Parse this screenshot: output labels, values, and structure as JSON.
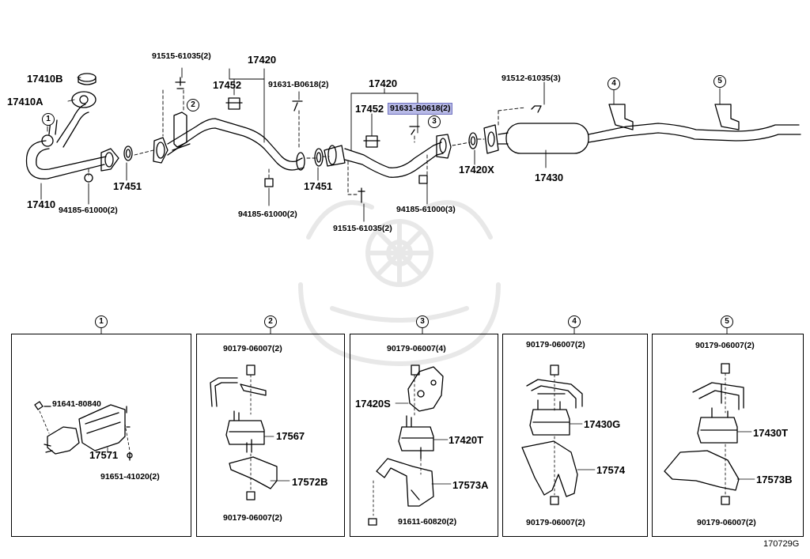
{
  "main": {
    "labels": {
      "l1": "17410B",
      "l2": "17410A",
      "l3": "17410",
      "l4": "94185-61000(2)",
      "l5": "17451",
      "l6": "91515-61035(2)",
      "l7": "17420",
      "l8": "17452",
      "l9": "91631-B0618(2)",
      "l10": "94185-61000(2)",
      "l11": "17451",
      "l12": "17420",
      "l13": "17452",
      "l14": "91631-B0618(2)",
      "l15": "91515-61035(2)",
      "l16": "94185-61000(3)",
      "l17": "17420X",
      "l18": "91512-61035(3)",
      "l19": "17430"
    },
    "callouts": {
      "c1": "1",
      "c2": "2",
      "c3": "3",
      "c4": "4",
      "c5": "5"
    }
  },
  "details": {
    "headers": {
      "h1": "1",
      "h2": "2",
      "h3": "3",
      "h4": "4",
      "h5": "5"
    },
    "d1": {
      "a": "91641-80840",
      "b": "17571",
      "c": "91651-41020(2)"
    },
    "d2": {
      "a": "90179-06007(2)",
      "b": "17567",
      "c": "17572B",
      "d": "90179-06007(2)"
    },
    "d3": {
      "a": "90179-06007(4)",
      "b": "17420S",
      "c": "17420T",
      "d": "17573A",
      "e": "91611-60820(2)"
    },
    "d4": {
      "a": "90179-06007(2)",
      "b": "17430G",
      "c": "17574",
      "d": "90179-06007(2)"
    },
    "d5": {
      "a": "90179-06007(2)",
      "b": "17430T",
      "c": "17573B",
      "d": "90179-06007(2)"
    }
  },
  "footer": {
    "code": "170729G"
  },
  "colors": {
    "highlight": "#b7b9e6",
    "highlight_border": "#6f72c0"
  }
}
